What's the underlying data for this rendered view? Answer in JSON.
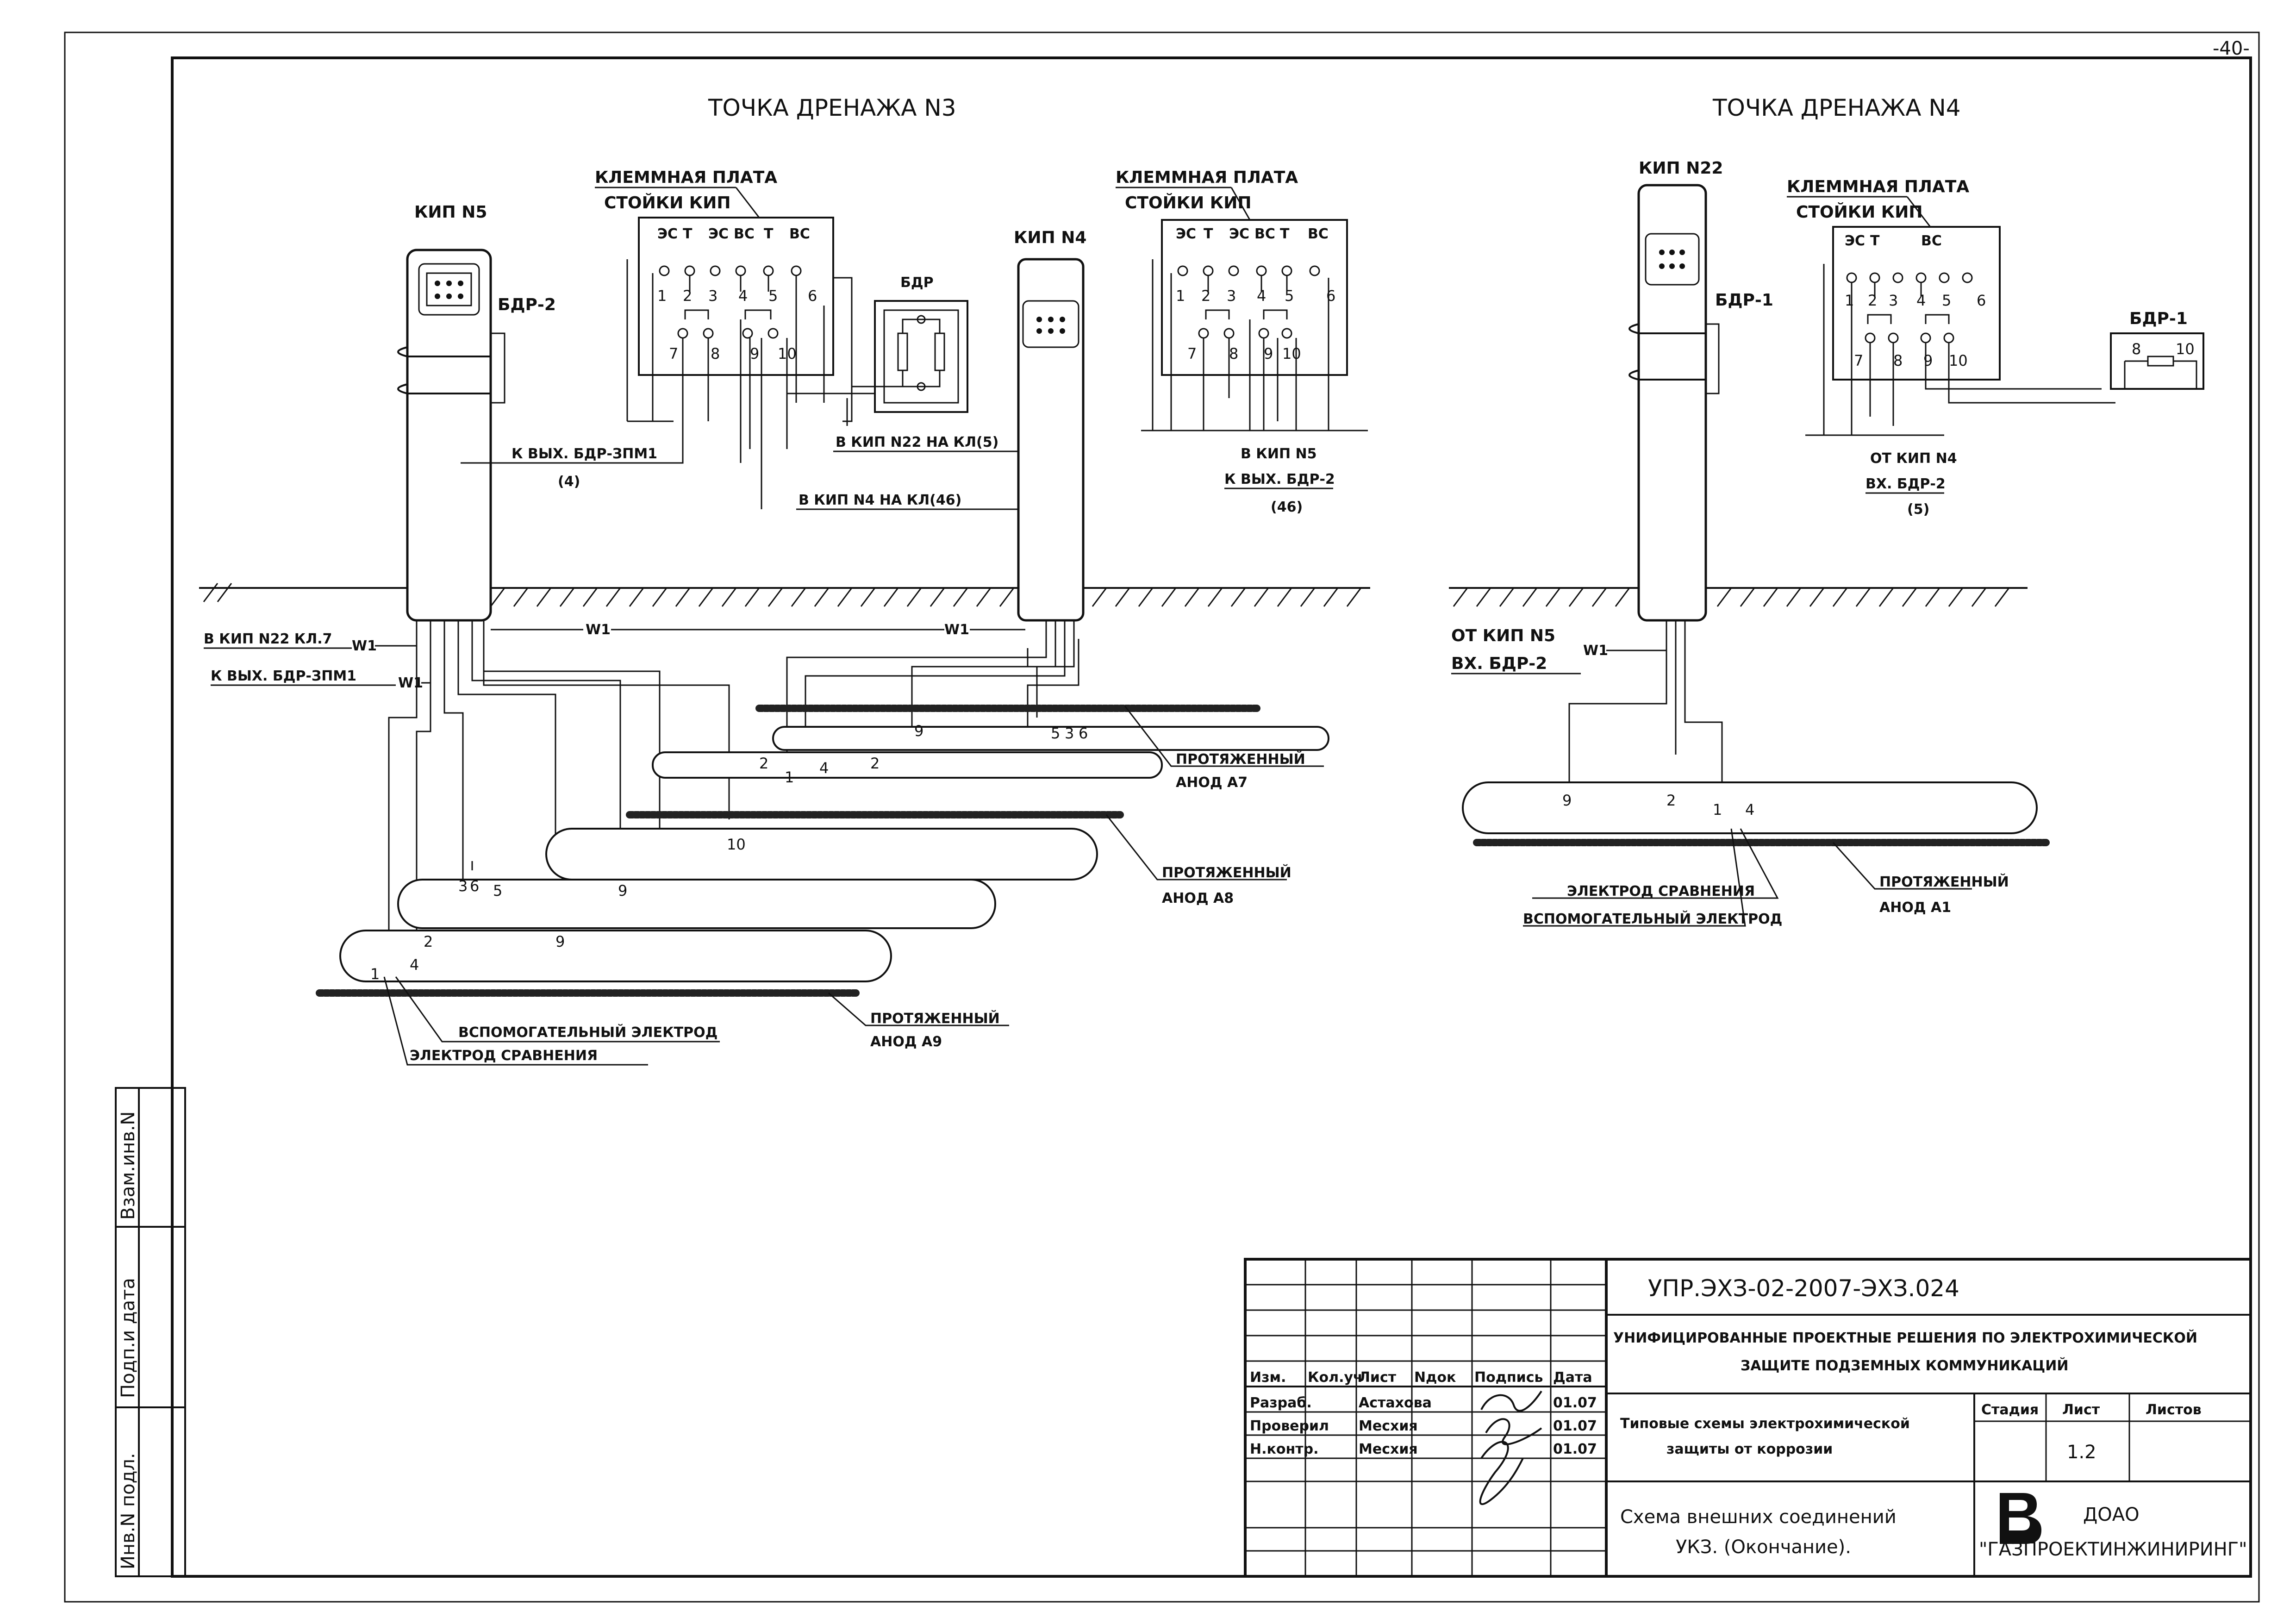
{
  "sheet": {
    "page_number": "-40-"
  },
  "drainage": [
    {
      "title": "ТОЧКА ДРЕНАЖА N3"
    },
    {
      "title": "ТОЧКА ДРЕНАЖА N4"
    }
  ],
  "kip_labels": {
    "kip5": "КИП N5",
    "kip4": "КИП N4",
    "kip22": "КИП N22"
  },
  "device_labels": {
    "bdr2": "БДР-2",
    "bdr": "БДР",
    "bdr1_a": "БДР-1",
    "bdr1_b": "БДР-1"
  },
  "terminal_board": {
    "line1": "КЛЕММНАЯ ПЛАТА",
    "line2": "СТОЙКИ КИП"
  },
  "board_headers": {
    "b1": [
      "ЭС",
      "Т",
      "ЭС",
      "ВС",
      "Т",
      "ВС"
    ],
    "b2": [
      "ЭС",
      "Т",
      "ЭС",
      "ВС",
      "Т",
      "ВС"
    ],
    "b3": [
      "ЭС",
      "Т",
      "ВС"
    ]
  },
  "numbers": {
    "n1": "1",
    "n2": "2",
    "n3": "3",
    "n4": "4",
    "n5": "5",
    "n6": "6",
    "n7": "7",
    "n8": "8",
    "n9": "9",
    "n10": "10"
  },
  "annotations": {
    "k_vyh_bdr3pm1": "К ВЫХ. БДР-ЗПМ1",
    "a4": "(4)",
    "v_kip22_kl5": "В КИП N22    НА КЛ(5)",
    "v_kip4_kl46": "В КИП N4    НА КЛ(46)",
    "v_kip5": "В КИП N5",
    "k_vyh_bdr2": "К ВЫХ. БДР-2",
    "a46": "(46)",
    "ot_kip4": "ОТ КИП N4",
    "vh_bdr2": "ВХ. БДР-2",
    "a5": "(5)",
    "v_kip22_kl7": "В КИП N22 КЛ.7",
    "k_vyh_bdr3pm1_b": "К ВЫХ. БДР-ЗПМ1",
    "ot_kip5": "ОТ КИП N5",
    "vh_bdr2_b": "ВХ. БДР-2",
    "w1": "W1"
  },
  "legend": {
    "extended_anode": "ПРОТЯЖЕННЫЙ",
    "anode_a7": "АНОД А7",
    "anode_a8": "АНОД А8",
    "anode_a9": "АНОД А9",
    "anode_a1": "АНОД А1",
    "aux_electrode": "ВСПОМОГАТЕЛЬНЫЙ ЭЛЕКТРОД",
    "ref_electrode": "ЭЛЕКТРОД СРАВНЕНИЯ"
  },
  "side_stamp": [
    "Инв.N подл.",
    "Подп.и дата",
    "Взам.инв.N"
  ],
  "title_block": {
    "doc_code": "УПР.ЭХЗ-02-2007-ЭХЗ.024",
    "collection_line1": "УНИФИЦИРОВАННЫЕ ПРОЕКТНЫЕ РЕШЕНИЯ ПО ЭЛЕКТРОХИМИЧЕСКОЙ",
    "collection_line2": "ЗАЩИТЕ ПОДЗЕМНЫХ КОММУНИКАЦИЙ",
    "col_headers": [
      "Изм.",
      "Кол.уч",
      "Лист",
      "Nдок",
      "Подпись",
      "Дата"
    ],
    "roles": [
      "Разраб.",
      "Проверил",
      "Н.контр."
    ],
    "names": [
      "Астахова",
      "Месхия",
      "Месхия"
    ],
    "dates": [
      "01.07",
      "01.07",
      "01.07"
    ],
    "subject_line1": "Типовые схемы электрохимической",
    "subject_line2": "защиты от коррозии",
    "sheet_title_line1": "Схема внешних соединений",
    "sheet_title_line2": "УКЗ. (Окончание).",
    "stage_label": "Стадия",
    "sheet_label": "Лист",
    "sheets_label": "Листов",
    "sheet_value": "1.2",
    "org_line1": "ДОАО",
    "org_line2": "\"ГАЗПРОЕКТИНЖИНИРИНГ\""
  }
}
